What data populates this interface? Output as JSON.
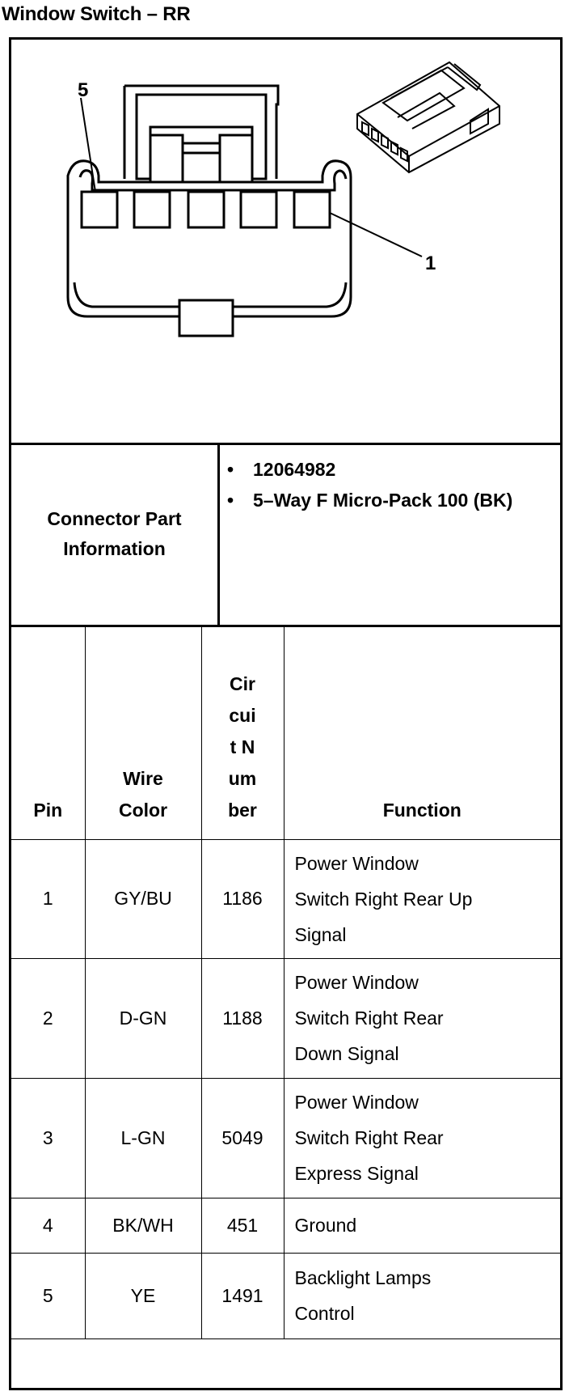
{
  "title": "Window Switch – RR",
  "diagram": {
    "pin_label_left": "5",
    "pin_label_right": "1"
  },
  "connector": {
    "label": "Connector Part Information",
    "bullet": "•",
    "items": [
      "12064982",
      "5–Way F Micro-Pack 100 (BK)"
    ]
  },
  "table": {
    "headers": {
      "pin": "Pin",
      "wire_color": "Wire Color",
      "circuit_number": "Circuit Number",
      "function": "Function"
    },
    "rows": [
      {
        "pin": "1",
        "wire_color": "GY/BU",
        "circuit": "1186",
        "function": "Power Window Switch Right Rear Up Signal"
      },
      {
        "pin": "2",
        "wire_color": "D-GN",
        "circuit": "1188",
        "function": "Power Window Switch Right Rear Down Signal"
      },
      {
        "pin": "3",
        "wire_color": "L-GN",
        "circuit": "5049",
        "function": "Power Window Switch Right Rear Express Signal"
      },
      {
        "pin": "4",
        "wire_color": "BK/WH",
        "circuit": "451",
        "function": "Ground"
      },
      {
        "pin": "5",
        "wire_color": "YE",
        "circuit": "1491",
        "function": "Backlight Lamps Control"
      }
    ]
  }
}
